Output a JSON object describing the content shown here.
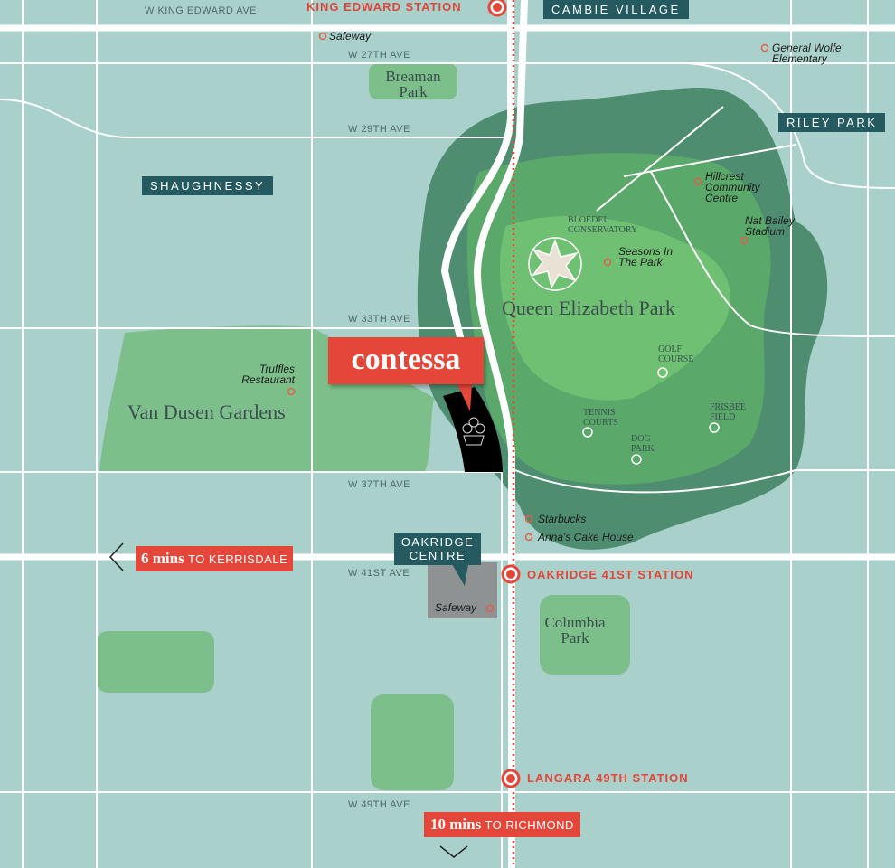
{
  "streets": {
    "king_edward": "W KING EDWARD AVE",
    "ave27": "W 27TH AVE",
    "ave29": "W 29TH AVE",
    "ave33": "W 33TH AVE",
    "ave37": "W 37TH AVE",
    "ave41": "W 41ST AVE",
    "ave49": "W 49TH AVE"
  },
  "stations": {
    "king_edward": "KING EDWARD STATION",
    "oakridge": "OAKRIDGE 41ST STATION",
    "langara": "LANGARA 49TH STATION"
  },
  "neighbourhoods": {
    "cambie": "CAMBIE VILLAGE",
    "riley": "RILEY PARK",
    "shaughnessy": "SHAUGHNESSY",
    "oakridge": "OAKRIDGE CENTRE"
  },
  "parks": {
    "breaman": "Breaman Park",
    "qe": "Queen Elizabeth Park",
    "vandusen": "Van Dusen Gardens",
    "columbia": "Columbia Park"
  },
  "pois": {
    "safeway_north": "Safeway",
    "general_wolfe": "General Wolfe Elementary",
    "hillcrest": "Hillcrest Community Centre",
    "nat_bailey": "Nat Bailey Stadium",
    "seasons": "Seasons In The Park",
    "truffles": "Truffles Restaurant",
    "starbucks": "Starbucks",
    "annas": "Anna's Cake House",
    "safeway_oakridge": "Safeway"
  },
  "amenities": {
    "bloedel": "BLOEDEL CONSERVATORY",
    "golf": "GOLF COURSE",
    "tennis": "TENNIS COURTS",
    "dog": "DOG PARK",
    "frisbee": "FRISBEE FIELD"
  },
  "project": {
    "name": "contessa"
  },
  "travel": {
    "kerrisdale": {
      "time": "6 mins",
      "dest": "TO KERRISDALE"
    },
    "richmond": {
      "time": "10 mins",
      "dest": "TO RICHMOND"
    }
  },
  "colors": {
    "water_bg": "#a9d0cb",
    "accent": "#e4473a",
    "label_bg": "#245a60",
    "park": "#7dbf8a"
  }
}
